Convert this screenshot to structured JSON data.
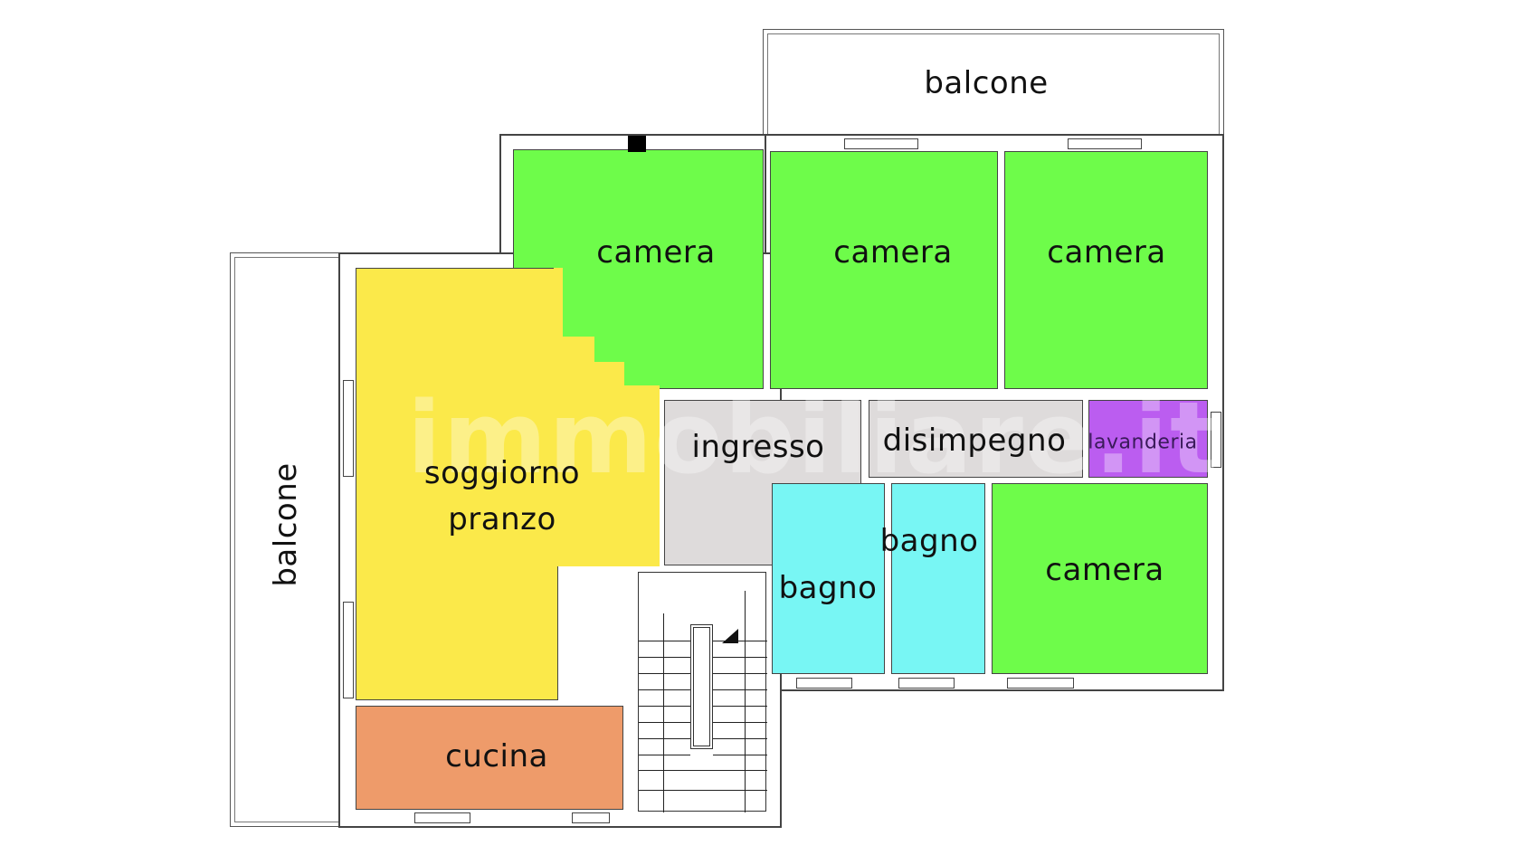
{
  "floorplan": {
    "colors": {
      "camera": "#6efc4a",
      "soggiorno": "#fbe94a",
      "cucina": "#ee9b6a",
      "bagno": "#78f6f4",
      "ingresso": "#dedbdb",
      "lavanderia": "#bb5df0",
      "balcone": "#ffffff",
      "wall": "#333333"
    },
    "rooms": {
      "balcone_top": "balcone",
      "balcone_left": "balcone",
      "camera_1": "camera",
      "camera_2": "camera",
      "camera_3": "camera",
      "camera_4": "camera",
      "soggiorno_line1": "soggiorno",
      "soggiorno_line2": "pranzo",
      "ingresso": "ingresso",
      "disimpegno": "disimpegno",
      "lavanderia": "lavanderia",
      "bagno_1": "bagno",
      "bagno_2": "bagno",
      "cucina": "cucina"
    },
    "watermark": "immobiliare.it"
  }
}
